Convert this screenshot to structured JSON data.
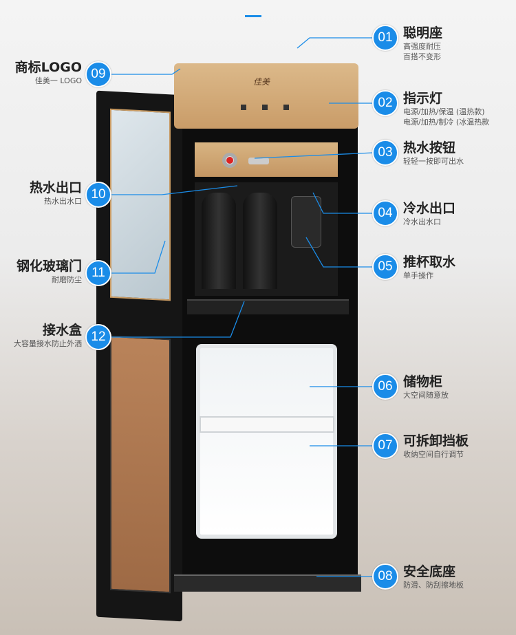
{
  "brand_logo": "佳美",
  "callouts": [
    {
      "num": "01",
      "title": "聪明座",
      "lines": [
        "高强度耐压",
        "百搭不变形"
      ]
    },
    {
      "num": "02",
      "title": "指示灯",
      "lines": [
        "电源/加热/保温 (温热款)",
        "电源/加热/制冷 (冰温热款"
      ]
    },
    {
      "num": "03",
      "title": "热水按钮",
      "lines": [
        "轻轻一按即可出水"
      ]
    },
    {
      "num": "04",
      "title": "冷水出口",
      "lines": [
        "冷水出水口"
      ]
    },
    {
      "num": "05",
      "title": "推杯取水",
      "lines": [
        "单手操作"
      ]
    },
    {
      "num": "06",
      "title": "储物柜",
      "lines": [
        "大空间随意放"
      ]
    },
    {
      "num": "07",
      "title": "可拆卸挡板",
      "lines": [
        "收纳空间自行调节"
      ]
    },
    {
      "num": "08",
      "title": "安全底座",
      "lines": [
        "防滑、防刮擦地板"
      ]
    },
    {
      "num": "09",
      "title": "商标LOGO",
      "lines": [
        "佳美一 LOGO"
      ]
    },
    {
      "num": "10",
      "title": "热水出口",
      "lines": [
        "热水出水口"
      ]
    },
    {
      "num": "11",
      "title": "钢化玻璃门",
      "lines": [
        "耐磨防尘"
      ]
    },
    {
      "num": "12",
      "title": "接水盒",
      "lines": [
        "大容量接水防止外洒"
      ]
    }
  ],
  "accent": "#1a8ce8"
}
